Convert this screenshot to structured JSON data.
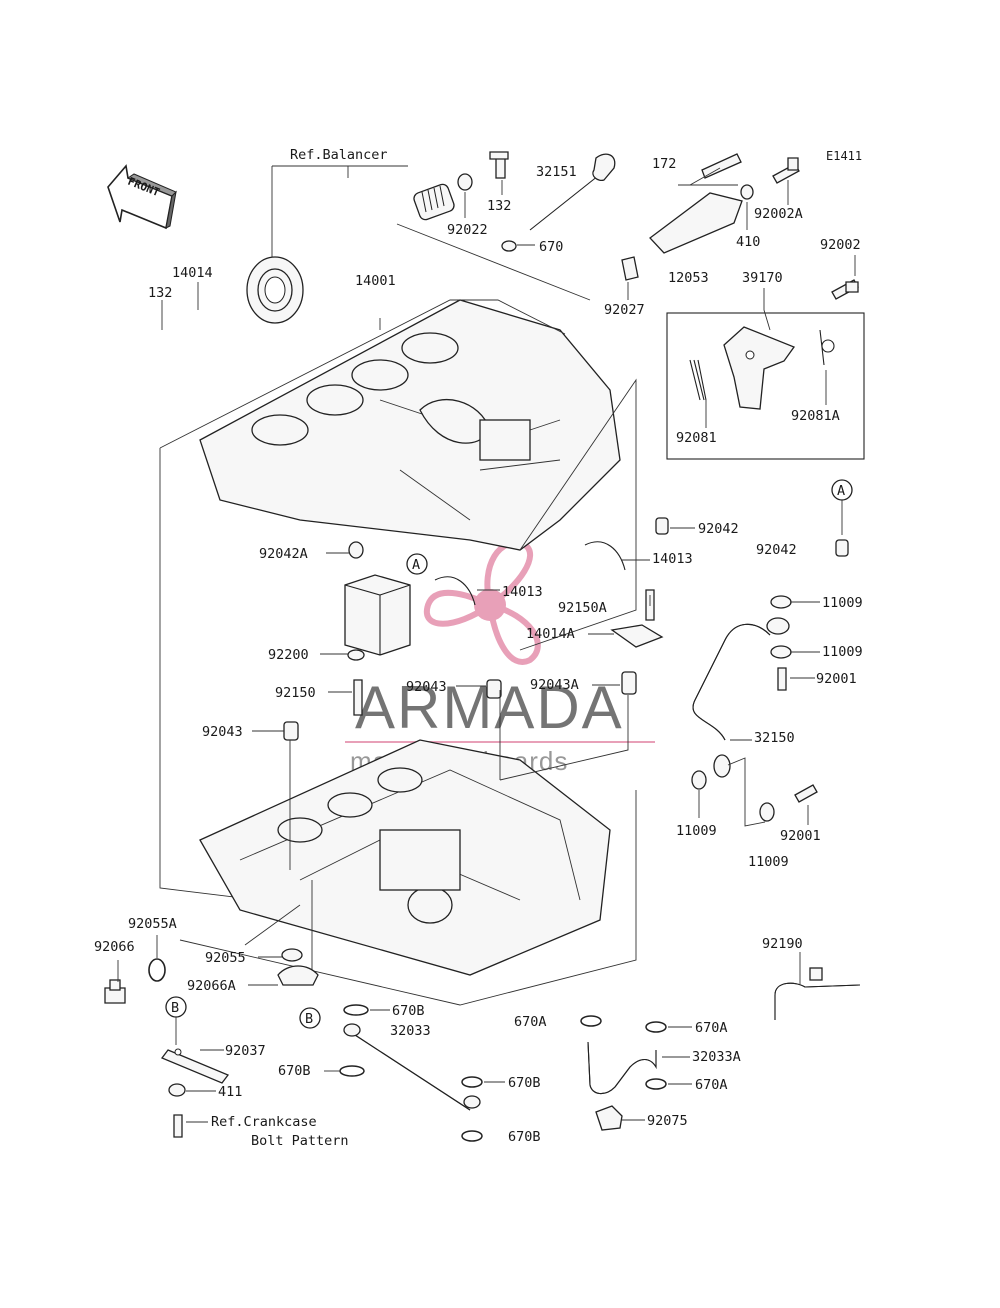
{
  "diagram_code": "E1411",
  "front_label": "FRONT",
  "ref_balancer": "Ref.Balancer",
  "ref_crankcase_line1": "Ref.Crankcase",
  "ref_crankcase_line2": "Bolt Pattern",
  "callout_a": "A",
  "callout_b": "B",
  "watermark": {
    "brand": "ARMADA",
    "tagline": "marine outboards",
    "color": "#e8a0b8"
  },
  "labels": [
    "132",
    "14014",
    "14001",
    "172",
    "92002A",
    "410",
    "92022",
    "132",
    "32151",
    "670",
    "92027",
    "12053",
    "39170",
    "92002",
    "92081",
    "92081A",
    "92042",
    "92042",
    "92042A",
    "14013",
    "14013",
    "92150A",
    "14014A",
    "11009",
    "11009",
    "92001",
    "92200",
    "92150",
    "92043",
    "92043A",
    "92043",
    "32150",
    "11009",
    "92001",
    "11009",
    "92055A",
    "92066",
    "92055",
    "92066A",
    "92190",
    "670B",
    "32033",
    "670A",
    "670A",
    "32033A",
    "670B",
    "670B",
    "670A",
    "670B",
    "92037",
    "411",
    "92075"
  ]
}
